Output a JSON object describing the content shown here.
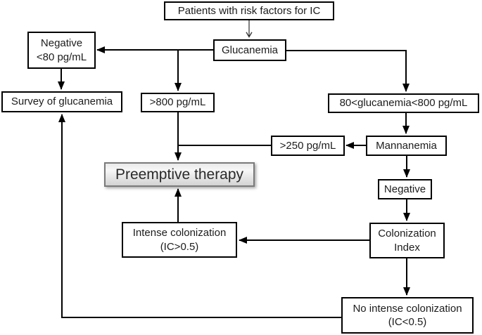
{
  "diagram": {
    "title_node": "Patients with risk factors for IC",
    "colors": {
      "background": "#ffffff",
      "line": "#000000",
      "box_border": "#000000",
      "box_fill": "#ffffff",
      "accent_border": "#7a7a7a",
      "accent_fill_top": "#e9e9e9",
      "accent_fill_bottom": "#d3d3d3",
      "text": "#1c1c1c"
    },
    "nodes": {
      "patients": {
        "label": "Patients with risk factors for IC"
      },
      "glucanemia": {
        "label": "Glucanemia"
      },
      "negative_low": {
        "label": "Negative\n<80 pg/mL"
      },
      "survey": {
        "label": "Survey of glucanemia"
      },
      "gt800": {
        "label": ">800 pg/mL"
      },
      "range": {
        "label": "80<glucanemia<800 pg/mL"
      },
      "gt250": {
        "label": ">250 pg/mL"
      },
      "mannanemia": {
        "label": "Mannanemia"
      },
      "preemptive": {
        "label": "Preemptive therapy"
      },
      "negative_mannan": {
        "label": "Negative"
      },
      "intense": {
        "label": "Intense colonization\n(IC>0.5)"
      },
      "colonization_index": {
        "label": "Colonization\nIndex"
      },
      "no_intense": {
        "label": "No intense colonization\n(IC<0.5)"
      }
    },
    "edges": [
      {
        "from": "patients",
        "to": "glucanemia",
        "style": "thin"
      },
      {
        "from": "glucanemia",
        "to": "negative_low"
      },
      {
        "from": "glucanemia",
        "to": "gt800"
      },
      {
        "from": "glucanemia",
        "to": "range"
      },
      {
        "from": "negative_low",
        "to": "survey"
      },
      {
        "from": "gt800",
        "to": "preemptive"
      },
      {
        "from": "gt250",
        "to": "preemptive",
        "note": "joins gt800 line"
      },
      {
        "from": "mannanemia",
        "to": "gt250"
      },
      {
        "from": "range",
        "to": "mannanemia"
      },
      {
        "from": "mannanemia",
        "to": "negative_mannan"
      },
      {
        "from": "negative_mannan",
        "to": "colonization_index"
      },
      {
        "from": "colonization_index",
        "to": "intense"
      },
      {
        "from": "intense",
        "to": "preemptive"
      },
      {
        "from": "colonization_index",
        "to": "no_intense"
      },
      {
        "from": "no_intense",
        "to": "survey"
      }
    ]
  }
}
